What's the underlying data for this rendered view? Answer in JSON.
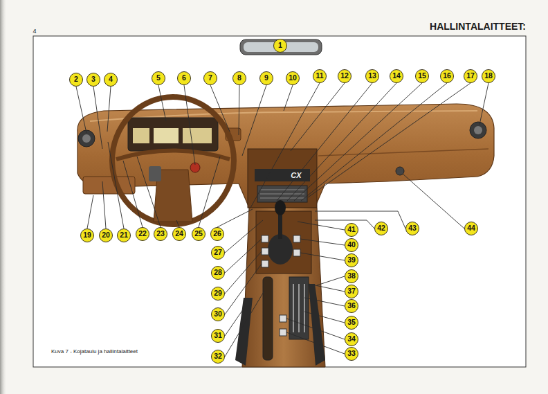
{
  "diagram": {
    "title": "HALLINTALAITTEET:",
    "caption": "Kuva 7 - Kojataulu ja hallintalaitteet",
    "labels": [
      "4",
      "1",
      "2",
      "3",
      "4",
      "5",
      "6",
      "7",
      "8",
      "9",
      "10",
      "11",
      "12",
      "13",
      "14",
      "15",
      "16",
      "17",
      "18",
      "19",
      "20",
      "21",
      "22",
      "23",
      "24",
      "25",
      "26",
      "27",
      "28",
      "29",
      "30",
      "31",
      "32",
      "33",
      "34",
      "35",
      "36",
      "37",
      "38",
      "39",
      "40",
      "41",
      "42",
      "43",
      "44",
      "CX"
    ]
  }
}
